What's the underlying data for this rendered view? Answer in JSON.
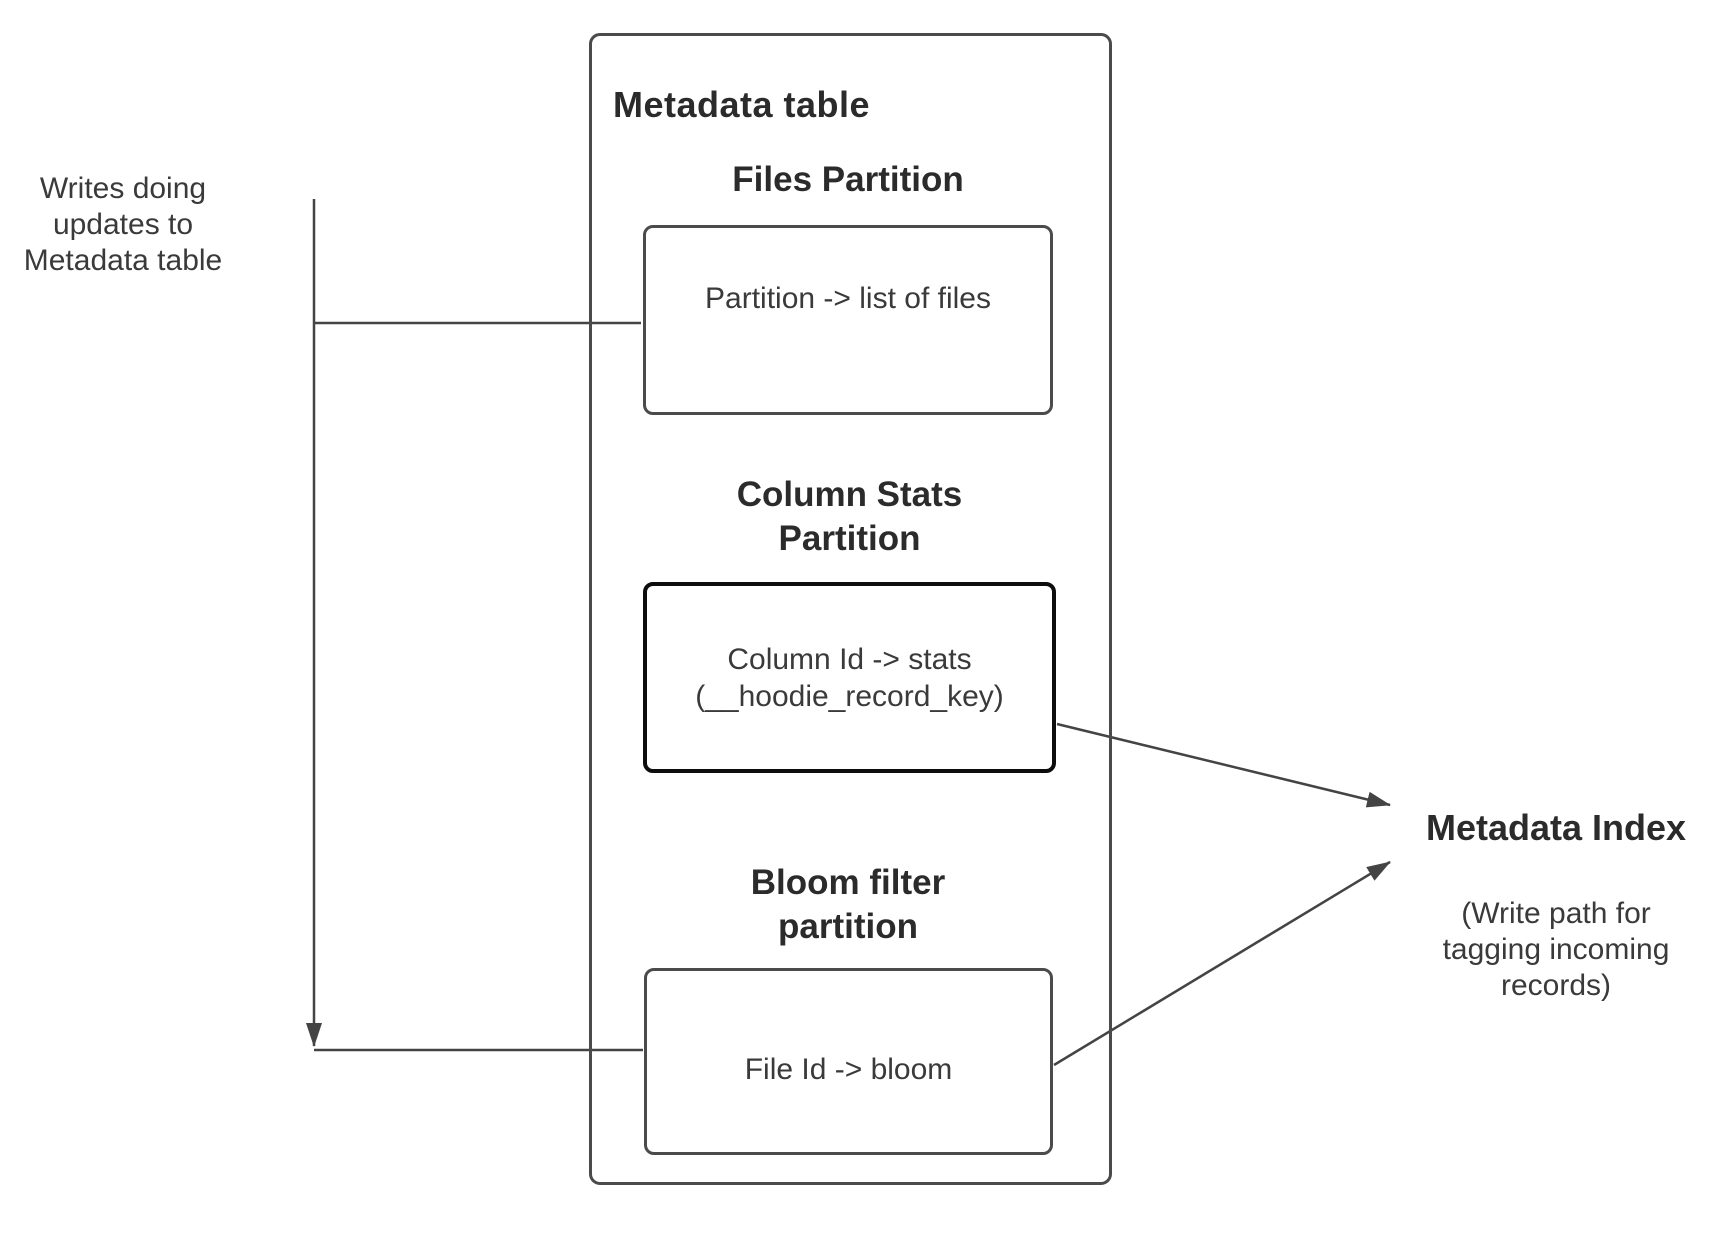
{
  "diagram": {
    "left_note": "Writes doing\nupdates to\nMetadata table",
    "metadata_table": {
      "title": "Metadata table",
      "partitions": [
        {
          "heading": "Files Partition",
          "content": "Partition -> list of files"
        },
        {
          "heading": "Column Stats\nPartition",
          "content": "Column Id  -> stats\n(__hoodie_record_key)"
        },
        {
          "heading": "Bloom filter\npartition",
          "content": "File Id -> bloom"
        }
      ]
    },
    "metadata_index": {
      "title": "Metadata Index",
      "caption": "(Write path for\ntagging incoming\nrecords)"
    },
    "colors": {
      "box_border": "#4b4b4b",
      "stats_border": "#0d0d0d",
      "line": "#444444",
      "text": "#3a3a3a",
      "heading_text": "#2b2b2b",
      "background": "#ffffff"
    }
  }
}
